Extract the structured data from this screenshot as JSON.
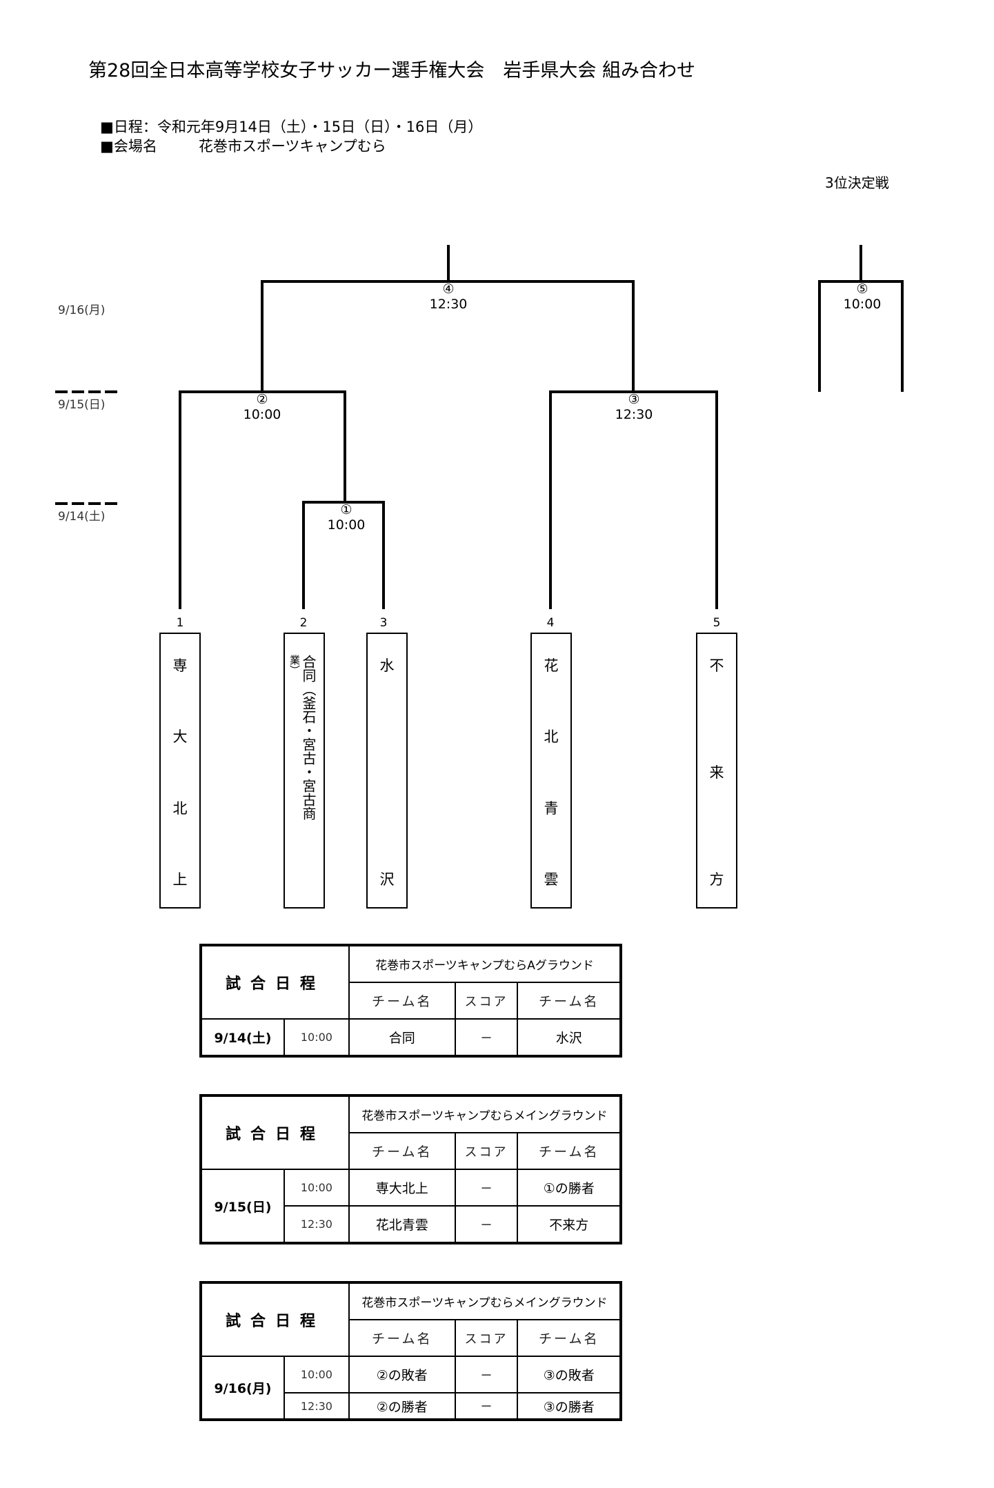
{
  "title": "第28回全日本高等学校女子サッカー選手権大会　岩手県大会 組み合わせ",
  "info": {
    "schedule": "■日程：令和元年9月14日（土）・15日（日）・16日（月）",
    "venue_label": "■会場名",
    "venue": "花巻市スポーツキャンプむら"
  },
  "third_place_label": "3位決定戦",
  "dates": {
    "d16": "9/16(月)",
    "d15": "9/15(日)",
    "d14": "9/14(土)"
  },
  "matches": {
    "m1": {
      "num": "①",
      "time": "10:00"
    },
    "m2": {
      "num": "②",
      "time": "10:00"
    },
    "m3": {
      "num": "③",
      "time": "12:30"
    },
    "m4": {
      "num": "④",
      "time": "12:30"
    },
    "m5": {
      "num": "⑤",
      "time": "10:00"
    }
  },
  "teams": [
    {
      "seed": "1",
      "chars": [
        "専",
        "大",
        "北",
        "上"
      ]
    },
    {
      "seed": "2",
      "main": "合同（釜石・宮古・宮古商",
      "sub": "業）"
    },
    {
      "seed": "3",
      "chars": [
        "水",
        "沢"
      ]
    },
    {
      "seed": "4",
      "chars": [
        "花",
        "北",
        "青",
        "雲"
      ]
    },
    {
      "seed": "5",
      "chars": [
        "不",
        "来",
        "方"
      ]
    }
  ],
  "schedule_tables": [
    {
      "header": "試合日程",
      "ground": "花巻市スポーツキャンプむらAグラウンド",
      "col_team": "チーム名",
      "col_score": "スコア",
      "date": "9/14(土)",
      "rows": [
        {
          "time": "10:00",
          "team1": "合同",
          "score": "－",
          "team2": "水沢"
        }
      ]
    },
    {
      "header": "試合日程",
      "ground": "花巻市スポーツキャンプむらメイングラウンド",
      "col_team": "チーム名",
      "col_score": "スコア",
      "date": "9/15(日)",
      "rows": [
        {
          "time": "10:00",
          "team1": "専大北上",
          "score": "－",
          "team2": "①の勝者"
        },
        {
          "time": "12:30",
          "team1": "花北青雲",
          "score": "－",
          "team2": "不来方"
        }
      ]
    },
    {
      "header": "試合日程",
      "ground": "花巻市スポーツキャンプむらメイングラウンド",
      "col_team": "チーム名",
      "col_score": "スコア",
      "date": "9/16(月)",
      "rows": [
        {
          "time": "10:00",
          "team1": "②の敗者",
          "score": "－",
          "team2": "③の敗者"
        },
        {
          "time": "12:30",
          "team1": "②の勝者",
          "score": "－",
          "team2": "③の勝者"
        }
      ]
    }
  ]
}
